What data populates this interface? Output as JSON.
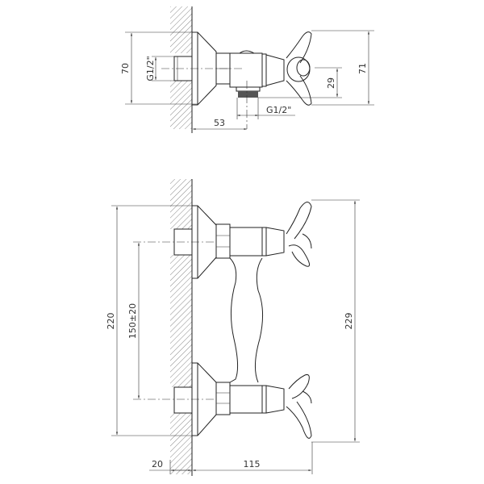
{
  "side_view": {
    "dim_height_flange": "70",
    "dim_height_handle": "71",
    "dim_outlet_offset": "29",
    "dim_inlet_thread": "G1/2\"",
    "dim_outlet_thread": "G1/2\"",
    "dim_outlet_distance": "53"
  },
  "front_view": {
    "dim_height_flanges": "220",
    "dim_center_distance": "150±20",
    "dim_height_handles": "229",
    "dim_wall_depth": "20",
    "dim_projection": "115"
  },
  "colors": {
    "line": "#222222",
    "background": "#ffffff"
  }
}
